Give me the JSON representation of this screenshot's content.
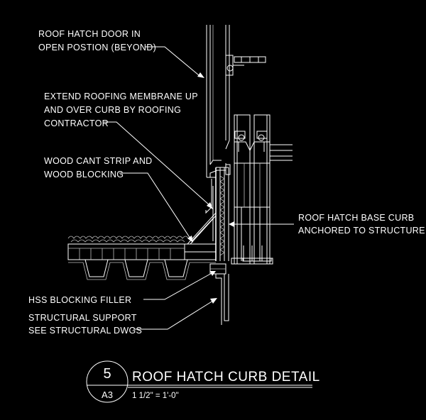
{
  "labels": {
    "door": [
      "ROOF HATCH DOOR IN",
      "OPEN POSTION (BEYOND)"
    ],
    "membrane": [
      "EXTEND ROOFING MEMBRANE UP",
      "AND OVER CURB BY ROOFING",
      "CONTRACTOR"
    ],
    "cant": [
      "WOOD CANT STRIP AND",
      "WOOD BLOCKING"
    ],
    "base_curb": [
      "ROOF HATCH BASE CURB",
      "ANCHORED TO STRUCTURE"
    ],
    "hss": "HSS BLOCKING FILLER",
    "support": [
      "STRUCTURAL SUPPORT",
      "SEE STRUCTURAL DWGS"
    ]
  },
  "title_block": {
    "detail_number": "5",
    "sheet": "A3",
    "title": "ROOF HATCH CURB DETAIL",
    "scale": "1 1/2\" = 1'-0\""
  }
}
